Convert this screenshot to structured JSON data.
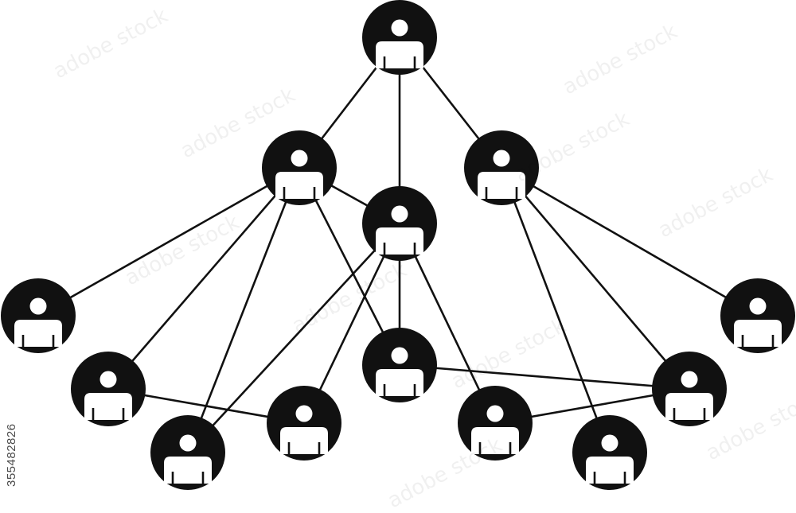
{
  "diagram": {
    "kind": "people-network",
    "node_icon": "person-icon",
    "node_fill": "#111111",
    "icon_fill": "#ffffff",
    "edge_color": "#111111",
    "nodes": [
      {
        "id": "n0"
      },
      {
        "id": "n1"
      },
      {
        "id": "n2"
      },
      {
        "id": "n3"
      },
      {
        "id": "n4"
      },
      {
        "id": "n5"
      },
      {
        "id": "n6"
      },
      {
        "id": "n7"
      },
      {
        "id": "n8"
      },
      {
        "id": "n9"
      },
      {
        "id": "n10"
      },
      {
        "id": "n11"
      },
      {
        "id": "n12"
      },
      {
        "id": "n13"
      }
    ],
    "edges": [
      [
        "n0",
        "n1"
      ],
      [
        "n0",
        "n2"
      ],
      [
        "n0",
        "n3"
      ],
      [
        "n1",
        "n2"
      ],
      [
        "n1",
        "n4"
      ],
      [
        "n1",
        "n5"
      ],
      [
        "n1",
        "n6"
      ],
      [
        "n1",
        "n8"
      ],
      [
        "n2",
        "n6"
      ],
      [
        "n2",
        "n7"
      ],
      [
        "n2",
        "n8"
      ],
      [
        "n2",
        "n9"
      ],
      [
        "n3",
        "n10"
      ],
      [
        "n3",
        "n11"
      ],
      [
        "n3",
        "n12"
      ],
      [
        "n5",
        "n7"
      ],
      [
        "n8",
        "n11"
      ],
      [
        "n9",
        "n11"
      ]
    ]
  },
  "watermark": {
    "id_text": "355482826",
    "mark_text": "adobe stock"
  }
}
